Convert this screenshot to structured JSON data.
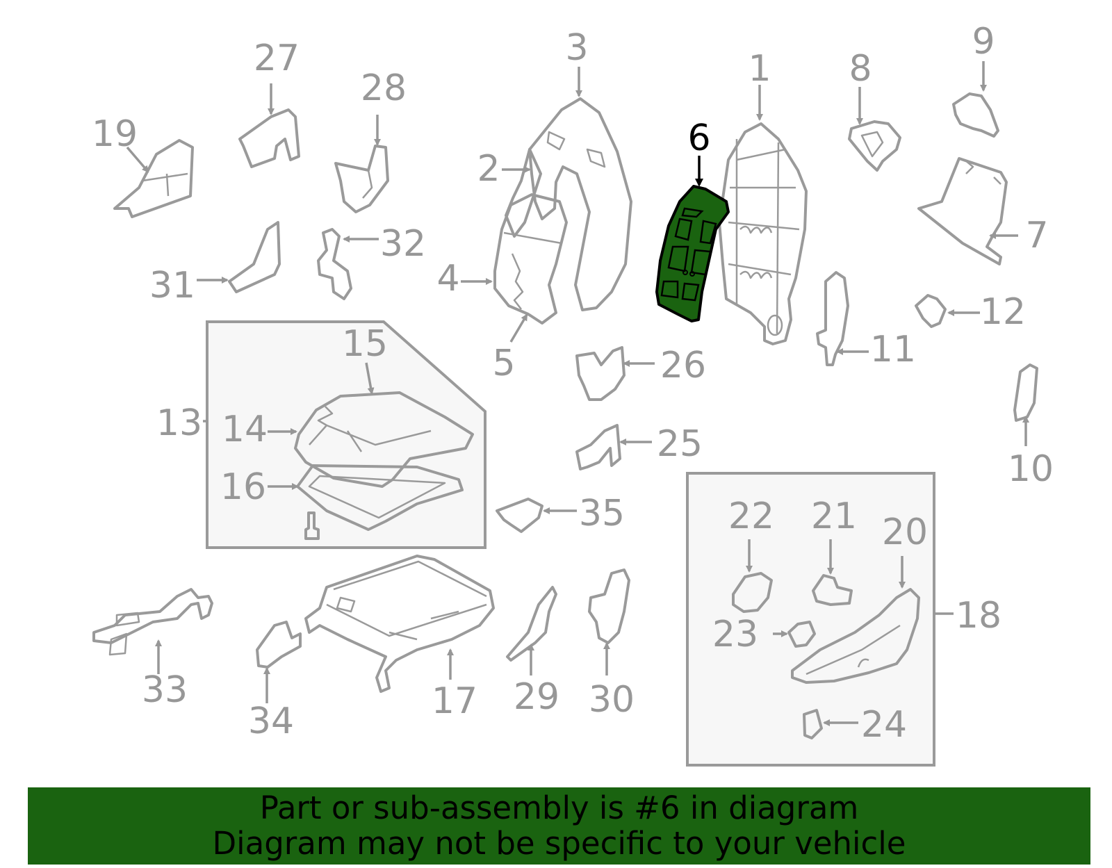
{
  "diagram": {
    "highlight_color": "#1a6310",
    "highlighted_part": "6",
    "callouts": [
      "1",
      "2",
      "3",
      "4",
      "5",
      "6",
      "7",
      "8",
      "9",
      "10",
      "11",
      "12",
      "13",
      "14",
      "15",
      "16",
      "17",
      "18",
      "19",
      "20",
      "21",
      "22",
      "23",
      "24",
      "25",
      "26",
      "27",
      "28",
      "29",
      "30",
      "31",
      "32",
      "33",
      "34",
      "35"
    ]
  },
  "banner": {
    "line1": "Part or sub-assembly is #6 in diagram",
    "line2": "Diagram may not be specific to your vehicle"
  }
}
